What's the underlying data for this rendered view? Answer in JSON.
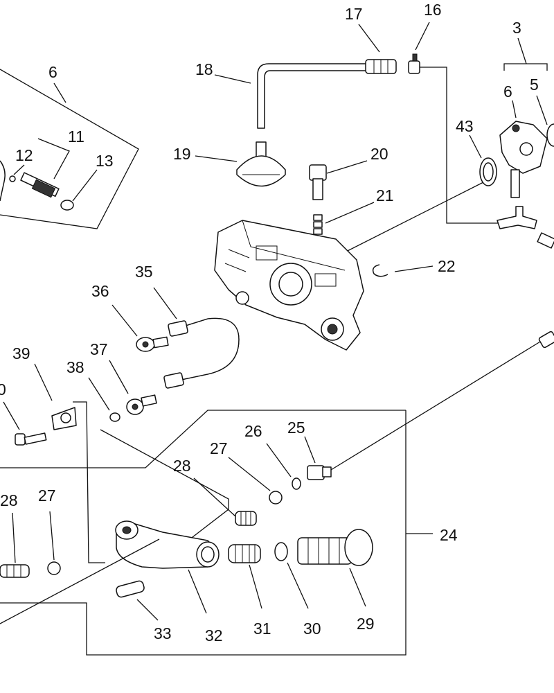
{
  "callouts": {
    "c3": "3",
    "c5": "5",
    "c6a": "6",
    "c6b": "6",
    "c11": "11",
    "c12": "12",
    "c13": "13",
    "c16": "16",
    "c17": "17",
    "c18": "18",
    "c19": "19",
    "c20": "20",
    "c21": "21",
    "c22": "22",
    "c24": "24",
    "c25": "25",
    "c26": "26",
    "c27a": "27",
    "c27b": "27",
    "c28a": "28",
    "c28b": "28",
    "c29": "29",
    "c30": "30",
    "c31": "31",
    "c32": "32",
    "c33": "33",
    "c35": "35",
    "c36": "36",
    "c37": "37",
    "c38": "38",
    "c39": "39",
    "c40": "0",
    "c43": "43"
  }
}
